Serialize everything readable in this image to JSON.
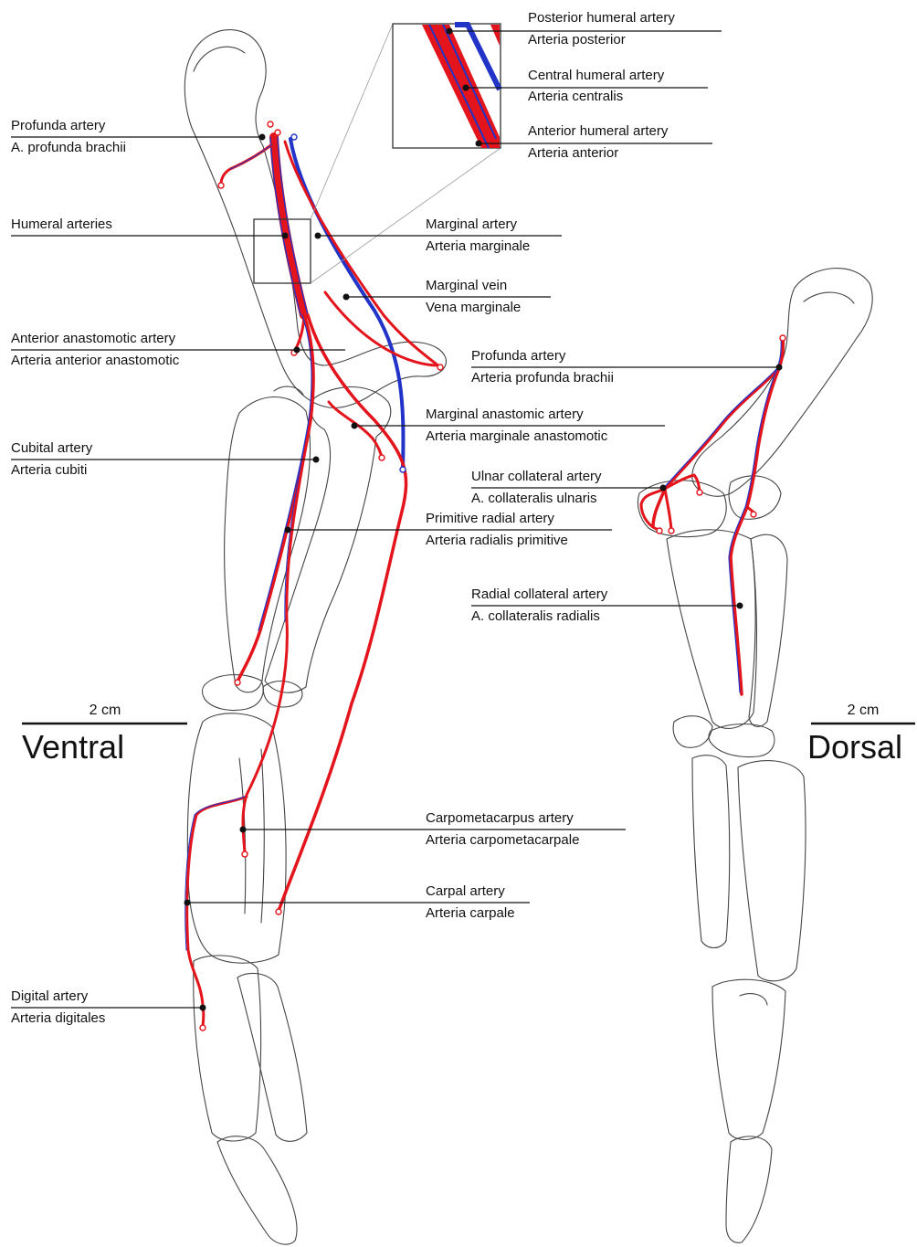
{
  "colors": {
    "artery": "#e3141b",
    "vein": "#2233c8",
    "bone_outline": "#444444",
    "leader": "#111111"
  },
  "views": {
    "ventral": {
      "title": "Ventral",
      "scale": "2 cm"
    },
    "dorsal": {
      "title": "Dorsal",
      "scale": "2 cm"
    }
  },
  "inset": {
    "labels": [
      {
        "en": "Posterior humeral artery",
        "la": "Arteria posterior"
      },
      {
        "en": "Central humeral artery",
        "la": "Arteria centralis"
      },
      {
        "en": "Anterior humeral artery",
        "la": "Arteria anterior"
      }
    ]
  },
  "ventral_labels": [
    {
      "en": "Profunda artery",
      "la": "A. profunda brachii"
    },
    {
      "en": "Humeral arteries",
      "la": ""
    },
    {
      "en": "Marginal artery",
      "la": "Arteria marginale"
    },
    {
      "en": "Marginal vein",
      "la": "Vena marginale"
    },
    {
      "en": "Anterior anastomotic artery",
      "la": "Arteria anterior anastomotic"
    },
    {
      "en": "Marginal anastomic artery",
      "la": "Arteria marginale anastomotic"
    },
    {
      "en": "Cubital artery",
      "la": "Arteria cubiti"
    },
    {
      "en": "Primitive radial artery",
      "la": "Arteria radialis primitive"
    },
    {
      "en": "Carpometacarpus artery",
      "la": "Arteria carpometacarpale"
    },
    {
      "en": "Carpal artery",
      "la": "Arteria carpale"
    },
    {
      "en": "Digital artery",
      "la": "Arteria digitales"
    }
  ],
  "dorsal_labels": [
    {
      "en": "Profunda artery",
      "la": "Arteria profunda brachii"
    },
    {
      "en": "Ulnar collateral artery",
      "la": "A. collateralis ulnaris"
    },
    {
      "en": "Radial collateral artery",
      "la": "A. collateralis radialis"
    }
  ]
}
